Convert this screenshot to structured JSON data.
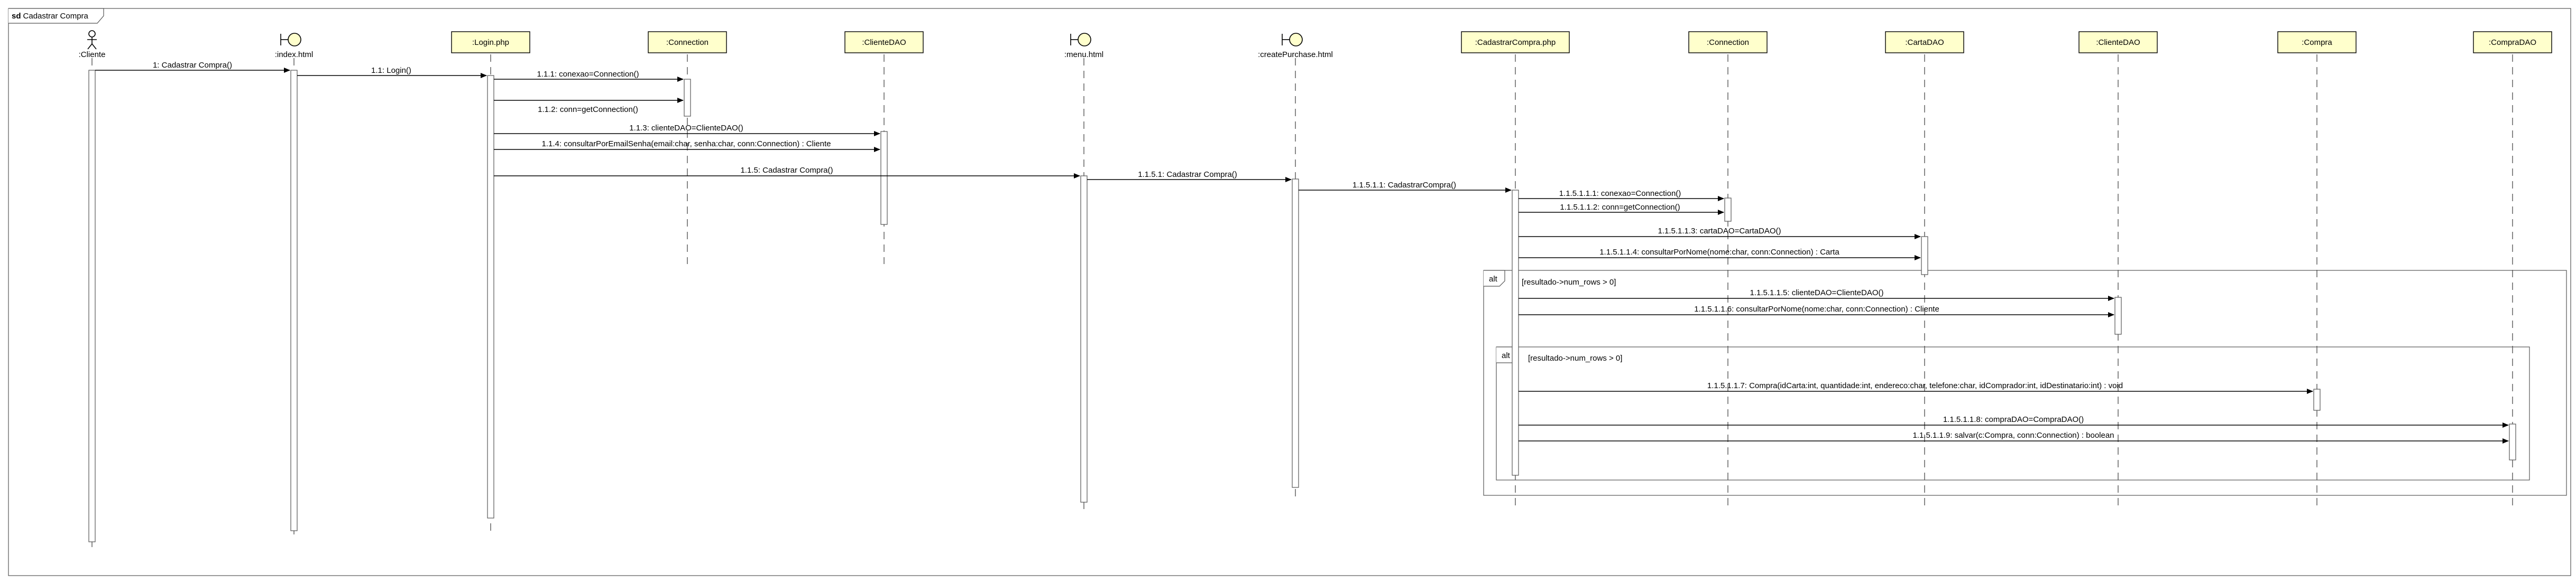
{
  "diagram": {
    "keyword": "sd",
    "name": "Cadastrar Compra",
    "lifelines": [
      {
        "id": "cliente",
        "kind": "actor",
        "label": ":Cliente"
      },
      {
        "id": "index",
        "kind": "boundary",
        "label": ":index.html"
      },
      {
        "id": "login",
        "kind": "box",
        "label": ":Login.php"
      },
      {
        "id": "connection1",
        "kind": "box",
        "label": ":Connection"
      },
      {
        "id": "clientedao1",
        "kind": "box",
        "label": ":ClienteDAO"
      },
      {
        "id": "menu",
        "kind": "boundary",
        "label": ":menu.html"
      },
      {
        "id": "createpurchase",
        "kind": "boundary",
        "label": ":createPurchase.html"
      },
      {
        "id": "cadastrarcompra",
        "kind": "box",
        "label": ":CadastrarCompra.php"
      },
      {
        "id": "connection2",
        "kind": "box",
        "label": ":Connection"
      },
      {
        "id": "cartadao",
        "kind": "box",
        "label": ":CartaDAO"
      },
      {
        "id": "clientedao2",
        "kind": "box",
        "label": ":ClienteDAO"
      },
      {
        "id": "compra",
        "kind": "box",
        "label": ":Compra"
      },
      {
        "id": "compradao",
        "kind": "box",
        "label": ":CompraDAO"
      }
    ],
    "messages": [
      {
        "id": "m1",
        "from": "cliente",
        "to": "index",
        "label": "1: Cadastrar Compra()"
      },
      {
        "id": "m2",
        "from": "index",
        "to": "login",
        "label": "1.1: Login()"
      },
      {
        "id": "m3",
        "from": "login",
        "to": "connection1",
        "label": "1.1.1: conexao=Connection()"
      },
      {
        "id": "m4",
        "from": "login",
        "to": "connection1",
        "label": "1.1.2: conn=getConnection()"
      },
      {
        "id": "m5",
        "from": "login",
        "to": "clientedao1",
        "label": "1.1.3: clienteDAO=ClienteDAO()"
      },
      {
        "id": "m6",
        "from": "login",
        "to": "clientedao1",
        "label": "1.1.4: consultarPorEmailSenha(email:char, senha:char, conn:Connection) : Cliente"
      },
      {
        "id": "m7",
        "from": "login",
        "to": "menu",
        "label": "1.1.5: Cadastrar Compra()"
      },
      {
        "id": "m8",
        "from": "menu",
        "to": "createpurchase",
        "label": "1.1.5.1: Cadastrar Compra()"
      },
      {
        "id": "m9",
        "from": "createpurchase",
        "to": "cadastrarcompra",
        "label": "1.1.5.1.1: CadastrarCompra()"
      },
      {
        "id": "m10",
        "from": "cadastrarcompra",
        "to": "connection2",
        "label": "1.1.5.1.1.1: conexao=Connection()"
      },
      {
        "id": "m11",
        "from": "cadastrarcompra",
        "to": "connection2",
        "label": "1.1.5.1.1.2: conn=getConnection()"
      },
      {
        "id": "m12",
        "from": "cadastrarcompra",
        "to": "cartadao",
        "label": "1.1.5.1.1.3: cartaDAO=CartaDAO()"
      },
      {
        "id": "m13",
        "from": "cadastrarcompra",
        "to": "cartadao",
        "label": "1.1.5.1.1.4: consultarPorNome(nome:char, conn:Connection) : Carta"
      },
      {
        "id": "m14",
        "from": "cadastrarcompra",
        "to": "clientedao2",
        "label": "1.1.5.1.1.5: clienteDAO=ClienteDAO()"
      },
      {
        "id": "m15",
        "from": "cadastrarcompra",
        "to": "clientedao2",
        "label": "1.1.5.1.1.6: consultarPorNome(nome:char, conn:Connection) : Cliente"
      },
      {
        "id": "m16",
        "from": "cadastrarcompra",
        "to": "compra",
        "label": "1.1.5.1.1.7: Compra(idCarta:int, quantidade:int, endereco:char, telefone:char, idComprador:int, idDestinatario:int) : void"
      },
      {
        "id": "m17",
        "from": "cadastrarcompra",
        "to": "compradao",
        "label": "1.1.5.1.1.8: compraDAO=CompraDAO()"
      },
      {
        "id": "m18",
        "from": "cadastrarcompra",
        "to": "compradao",
        "label": "1.1.5.1.1.9: salvar(c:Compra, conn:Connection) : boolean"
      }
    ],
    "fragments": [
      {
        "id": "alt1",
        "operator": "alt",
        "guard": "[resultado->num_rows > 0]"
      },
      {
        "id": "alt2",
        "operator": "alt",
        "guard": "[resultado->num_rows > 0]"
      }
    ],
    "colors": {
      "box_fill": "#FFFFCC",
      "stroke": "#000000",
      "line": "#555555",
      "background": "#FFFFFF"
    }
  }
}
